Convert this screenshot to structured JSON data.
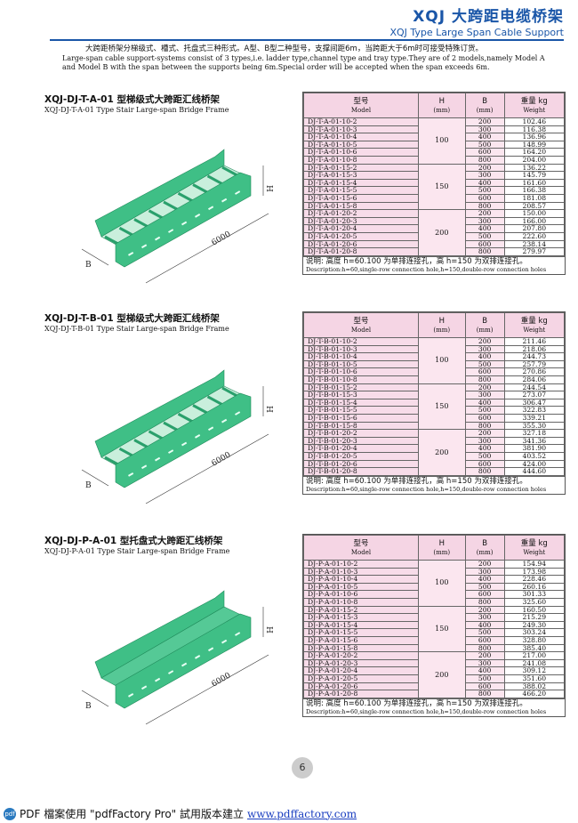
{
  "header": {
    "title_zh": "XQJ 大跨距电缆桥架",
    "title_en": "XQJ Type Large Span Cable Support"
  },
  "intro": {
    "zh": "大跨距桥架分梯级式、槽式、托盘式三种形式。A型、B型二种型号，支撑间距6m，当跨距大于6m时可接受特殊订货。",
    "en": "Large-span cable support-systems consist of 3 types,i.e. ladder type,channel type and tray type.They are of 2 models,namely Model A and Model B with the span between the supports being 6m.Special order will be accepted when the span exceeds 6m."
  },
  "columns": {
    "model_zh": "型号",
    "model_en": "Model",
    "h": "H",
    "h_unit": "(mm)",
    "b": "B",
    "b_unit": "(mm)",
    "w_zh": "重量 kg",
    "w_en": "Weight"
  },
  "sections": [
    {
      "title": "XQJ-DJ-T-A-01 型梯级式大跨距汇线桥架",
      "subtitle": "XQJ-DJ-T-A-01 Type Stair Large-span Bridge Frame",
      "fig": {
        "span": "6000",
        "h": "H",
        "b": "B"
      },
      "rows": [
        [
          "DJ-T-A-01-10-2",
          "100",
          "200",
          "102.46"
        ],
        [
          "DJ-T-A-01-10-3",
          "",
          "300",
          "116.38"
        ],
        [
          "DJ-T-A-01-10-4",
          "",
          "400",
          "136.96"
        ],
        [
          "DJ-T-A-01-10-5",
          "",
          "500",
          "148.99"
        ],
        [
          "DJ-T-A-01-10-6",
          "",
          "600",
          "164.20"
        ],
        [
          "DJ-T-A-01-10-8",
          "",
          "800",
          "204.00"
        ],
        [
          "DJ-T-A-01-15-2",
          "150",
          "200",
          "136.22"
        ],
        [
          "DJ-T-A-01-15-3",
          "",
          "300",
          "145.79"
        ],
        [
          "DJ-T-A-01-15-4",
          "",
          "400",
          "161.60"
        ],
        [
          "DJ-T-A-01-15-5",
          "",
          "500",
          "166.38"
        ],
        [
          "DJ-T-A-01-15-6",
          "",
          "600",
          "181.08"
        ],
        [
          "DJ-T-A-01-15-8",
          "",
          "800",
          "208.57"
        ],
        [
          "DJ-T-A-01-20-2",
          "200",
          "200",
          "150.00"
        ],
        [
          "DJ-T-A-01-20-3",
          "",
          "300",
          "166.00"
        ],
        [
          "DJ-T-A-01-20-4",
          "",
          "400",
          "207.80"
        ],
        [
          "DJ-T-A-01-20-5",
          "",
          "500",
          "222.60"
        ],
        [
          "DJ-T-A-01-20-6",
          "",
          "600",
          "238.14"
        ],
        [
          "DJ-T-A-01-20-8",
          "",
          "800",
          "279.97"
        ]
      ],
      "note_zh": "说明: 高度 h=60.100 为单排连接孔，高 h=150 为双排连接孔。",
      "note_en": "Description:h=60,single-row connection hole,h=150,double-row connection holes"
    },
    {
      "title": "XQJ-DJ-T-B-01 型梯级式大跨距汇线桥架",
      "subtitle": "XQJ-DJ-T-B-01 Type Stair Large-span Bridge Frame",
      "fig": {
        "span": "6000",
        "h": "H",
        "b": "B"
      },
      "rows": [
        [
          "DJ-T-B-01-10-2",
          "100",
          "200",
          "211.46"
        ],
        [
          "DJ-T-B-01-10-3",
          "",
          "300",
          "218.06"
        ],
        [
          "DJ-T-B-01-10-4",
          "",
          "400",
          "244.73"
        ],
        [
          "DJ-T-B-01-10-5",
          "",
          "500",
          "257.79"
        ],
        [
          "DJ-T-B-01-10-6",
          "",
          "600",
          "270.86"
        ],
        [
          "DJ-T-B-01-10-8",
          "",
          "800",
          "284.06"
        ],
        [
          "DJ-T-B-01-15-2",
          "150",
          "200",
          "244.54"
        ],
        [
          "DJ-T-B-01-15-3",
          "",
          "300",
          "273.07"
        ],
        [
          "DJ-T-B-01-15-4",
          "",
          "400",
          "306.47"
        ],
        [
          "DJ-T-B-01-15-5",
          "",
          "500",
          "322.83"
        ],
        [
          "DJ-T-B-01-15-6",
          "",
          "600",
          "339.21"
        ],
        [
          "DJ-T-B-01-15-8",
          "",
          "800",
          "355.30"
        ],
        [
          "DJ-T-B-01-20-2",
          "200",
          "200",
          "327.18"
        ],
        [
          "DJ-T-B-01-20-3",
          "",
          "300",
          "341.36"
        ],
        [
          "DJ-T-B-01-20-4",
          "",
          "400",
          "381.90"
        ],
        [
          "DJ-T-B-01-20-5",
          "",
          "500",
          "403.52"
        ],
        [
          "DJ-T-B-01-20-6",
          "",
          "600",
          "424.00"
        ],
        [
          "DJ-T-B-01-20-8",
          "",
          "800",
          "444.60"
        ]
      ],
      "note_zh": "说明: 高度 h=60.100 为单排连接孔，高 h=150 为双排连接孔。",
      "note_en": "Description:h=60,single-row connection hole,h=150,double-row connection holes"
    },
    {
      "title": "XQJ-DJ-P-A-01 型托盘式大跨距汇线桥架",
      "subtitle": "XQJ-DJ-P-A-01 Type Stair Large-span Bridge Frame",
      "fig": {
        "span": "6000",
        "h": "H",
        "b": "B"
      },
      "rows": [
        [
          "DJ-P-A-01-10-2",
          "100",
          "200",
          "154.94"
        ],
        [
          "DJ-P-A-01-10-3",
          "",
          "300",
          "173.98"
        ],
        [
          "DJ-P-A-01-10-4",
          "",
          "400",
          "228.46"
        ],
        [
          "DJ-P-A-01-10-5",
          "",
          "500",
          "260.16"
        ],
        [
          "DJ-P-A-01-10-6",
          "",
          "600",
          "301.33"
        ],
        [
          "DJ-P-A-01-10-8",
          "",
          "800",
          "325.60"
        ],
        [
          "DJ-P-A-01-15-2",
          "150",
          "200",
          "160.50"
        ],
        [
          "DJ-P-A-01-15-3",
          "",
          "300",
          "215.29"
        ],
        [
          "DJ-P-A-01-15-4",
          "",
          "400",
          "249.30"
        ],
        [
          "DJ-P-A-01-15-5",
          "",
          "500",
          "303.24"
        ],
        [
          "DJ-P-A-01-15-6",
          "",
          "600",
          "328.80"
        ],
        [
          "DJ-P-A-01-15-8",
          "",
          "800",
          "385.40"
        ],
        [
          "DJ-P-A-01-20-2",
          "200",
          "200",
          "217.00"
        ],
        [
          "DJ-P-A-01-20-3",
          "",
          "300",
          "241.08"
        ],
        [
          "DJ-P-A-01-20-4",
          "",
          "400",
          "309.12"
        ],
        [
          "DJ-P-A-01-20-5",
          "",
          "500",
          "351.60"
        ],
        [
          "DJ-P-A-01-20-6",
          "",
          "600",
          "388.02"
        ],
        [
          "DJ-P-A-01-20-8",
          "",
          "800",
          "466.20"
        ]
      ],
      "note_zh": "说明: 高度 h=60.100 为单排连接孔，高 h=150 为双排连接孔。",
      "note_en": "Description:h=60,single-row connection hole,h=150,double-row connection holes"
    }
  ],
  "page_number": "6",
  "footer": {
    "prefix": "PDF 檔案使用 \"pdfFactory Pro\" 試用版本建立",
    "link": "www.pdffactory.com",
    "icon": "pdf"
  },
  "colors": {
    "accent": "#1a56a8",
    "header_cell": "#f5d5e4",
    "tray_green": "#3fbf86"
  }
}
